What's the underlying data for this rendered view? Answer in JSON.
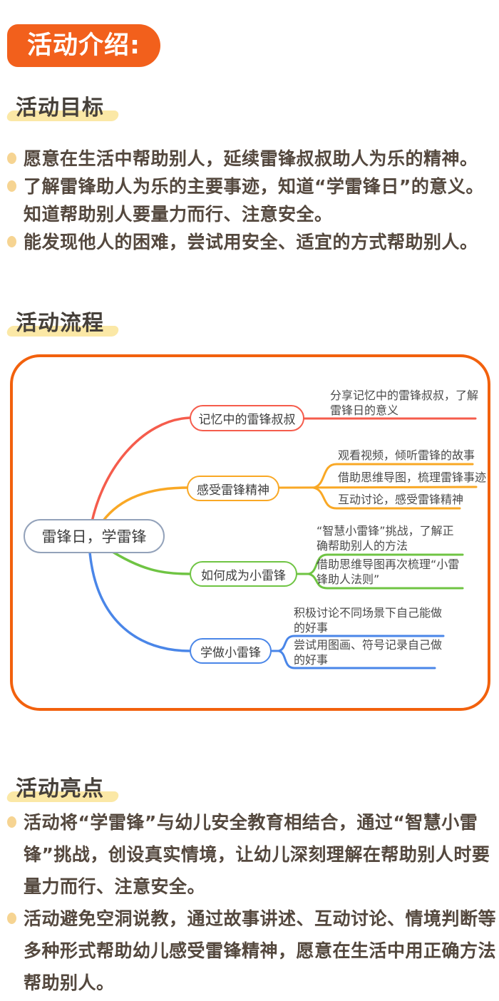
{
  "header": {
    "badge": "活动介绍:"
  },
  "colors": {
    "badge_bg": "#f2601c",
    "highlight": "#fbe8a6",
    "body_text": "#54483e",
    "bullet_dot": "#f6d492",
    "map_border": "#f2610d",
    "root_border": "#93a2ba",
    "branch_red": "#f55c4c",
    "branch_yellow": "#f9a825",
    "branch_green": "#6fc443",
    "branch_blue": "#4a86e8"
  },
  "goals": {
    "title": "活动目标",
    "bullets": [
      "愿意在生活中帮助别人，延续雷锋叔叔助人为乐的精神。",
      "了解雷锋助人为乐的主要事迹，知道“学雷锋日”的意义。\n知道帮助别人要量力而行、注意安全。",
      "能发现他人的困难，尝试用安全、适宜的方式帮助别人。"
    ]
  },
  "process": {
    "title": "活动流程",
    "mindmap": {
      "root": "雷锋日，学雷锋",
      "branches": [
        {
          "label": "记忆中的雷锋叔叔",
          "color": "#f55c4c",
          "leaves": [
            "分享记忆中的雷锋叔叔，了解\n雷锋日的意义"
          ]
        },
        {
          "label": "感受雷锋精神",
          "color": "#f9a825",
          "leaves": [
            "观看视频，倾听雷锋的故事",
            "借助思维导图，梳理雷锋事迹",
            "互动讨论，感受雷锋精神"
          ]
        },
        {
          "label": "如何成为小雷锋",
          "color": "#6fc443",
          "leaves": [
            "“智慧小雷锋”挑战，了解正\n确帮助别人的方法",
            "借助思维导图再次梳理“小雷\n锋助人法则”"
          ]
        },
        {
          "label": "学做小雷锋",
          "color": "#4a86e8",
          "leaves": [
            "积极讨论不同场景下自己能做\n的好事",
            "尝试用图画、符号记录自己做\n的好事"
          ]
        }
      ]
    }
  },
  "highlights": {
    "title": "活动亮点",
    "bullets": [
      "活动将“学雷锋”与幼儿安全教育相结合，通过“智慧小雷\n锋”挑战，创设真实情境，让幼儿深刻理解在帮助别人时要\n量力而行、注意安全。",
      "活动避免空洞说教，通过故事讲述、互动讨论、情境判断等\n多种形式帮助幼儿感受雷锋精神，愿意在生活中用正确方法\n帮助别人。"
    ]
  }
}
